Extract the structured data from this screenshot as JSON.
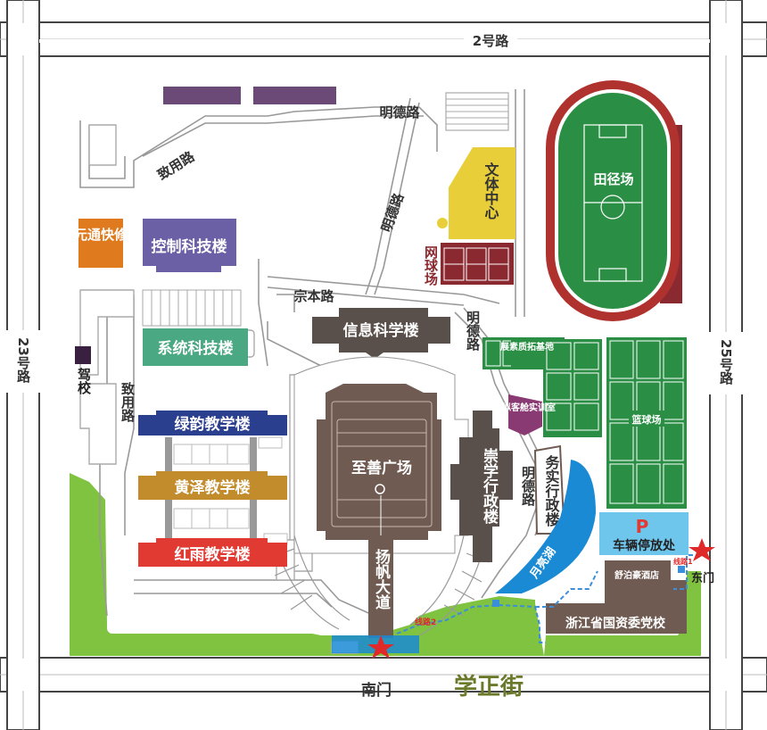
{
  "roads": {
    "north": "2号路",
    "west": "23号路",
    "east": "25号路",
    "south_gate": "南门",
    "south_street": "学正街",
    "mingde_top": "明德路",
    "mingde_diag": "明德路",
    "mingde_mid": "明德路",
    "mingde_east": "明德路",
    "zhiyong_top": "致用路",
    "zhiyong_west": "致用路",
    "zongben": "宗本路",
    "yangfan": "扬帆大道"
  },
  "buildings": {
    "control": "控制科技楼",
    "system": "系统科技楼",
    "info": "信息科学楼",
    "plaza": "至善广场",
    "admin": "崇学行政楼",
    "wushi": "务实行政楼",
    "lvyun": "绿韵教学楼",
    "huangze": "黄泽教学楼",
    "hongyu": "红雨教学楼",
    "yuantong": "元通快修",
    "jiaxiao": "驾校",
    "culture": "文体中心",
    "tennis": "网球场",
    "track": "田径场",
    "basketball": "篮球场",
    "expansion": "展素质拓基地",
    "cabin": "模拟客舱实训室",
    "lake": "月亮湖",
    "hotel": "舒泊豪酒店",
    "party_school": "浙江省国资委党校",
    "parking": "车辆停放处",
    "parking_icon": "P",
    "east_gate": "东门"
  },
  "routes": {
    "route1": "线路1",
    "route2": "线路2"
  },
  "colors": {
    "purple": "#6b5fa6",
    "teal": "#4aa882",
    "brown": "#6f5b51",
    "navy": "#2b3f8f",
    "gold": "#c28b2b",
    "red": "#e03a33",
    "orange": "#e07a1e",
    "yellow": "#e8cf3a",
    "maroon": "#8a2a30",
    "green": "#2a8f45",
    "light_green": "#7fc341",
    "lake_blue": "#1a8ad4",
    "parking_blue": "#6fc6ec",
    "route_blue": "#3a8fd8",
    "star_red": "#e02a2a"
  },
  "icons": [
    "gate-star-icon",
    "parking-icon",
    "route-arrow-icon"
  ]
}
